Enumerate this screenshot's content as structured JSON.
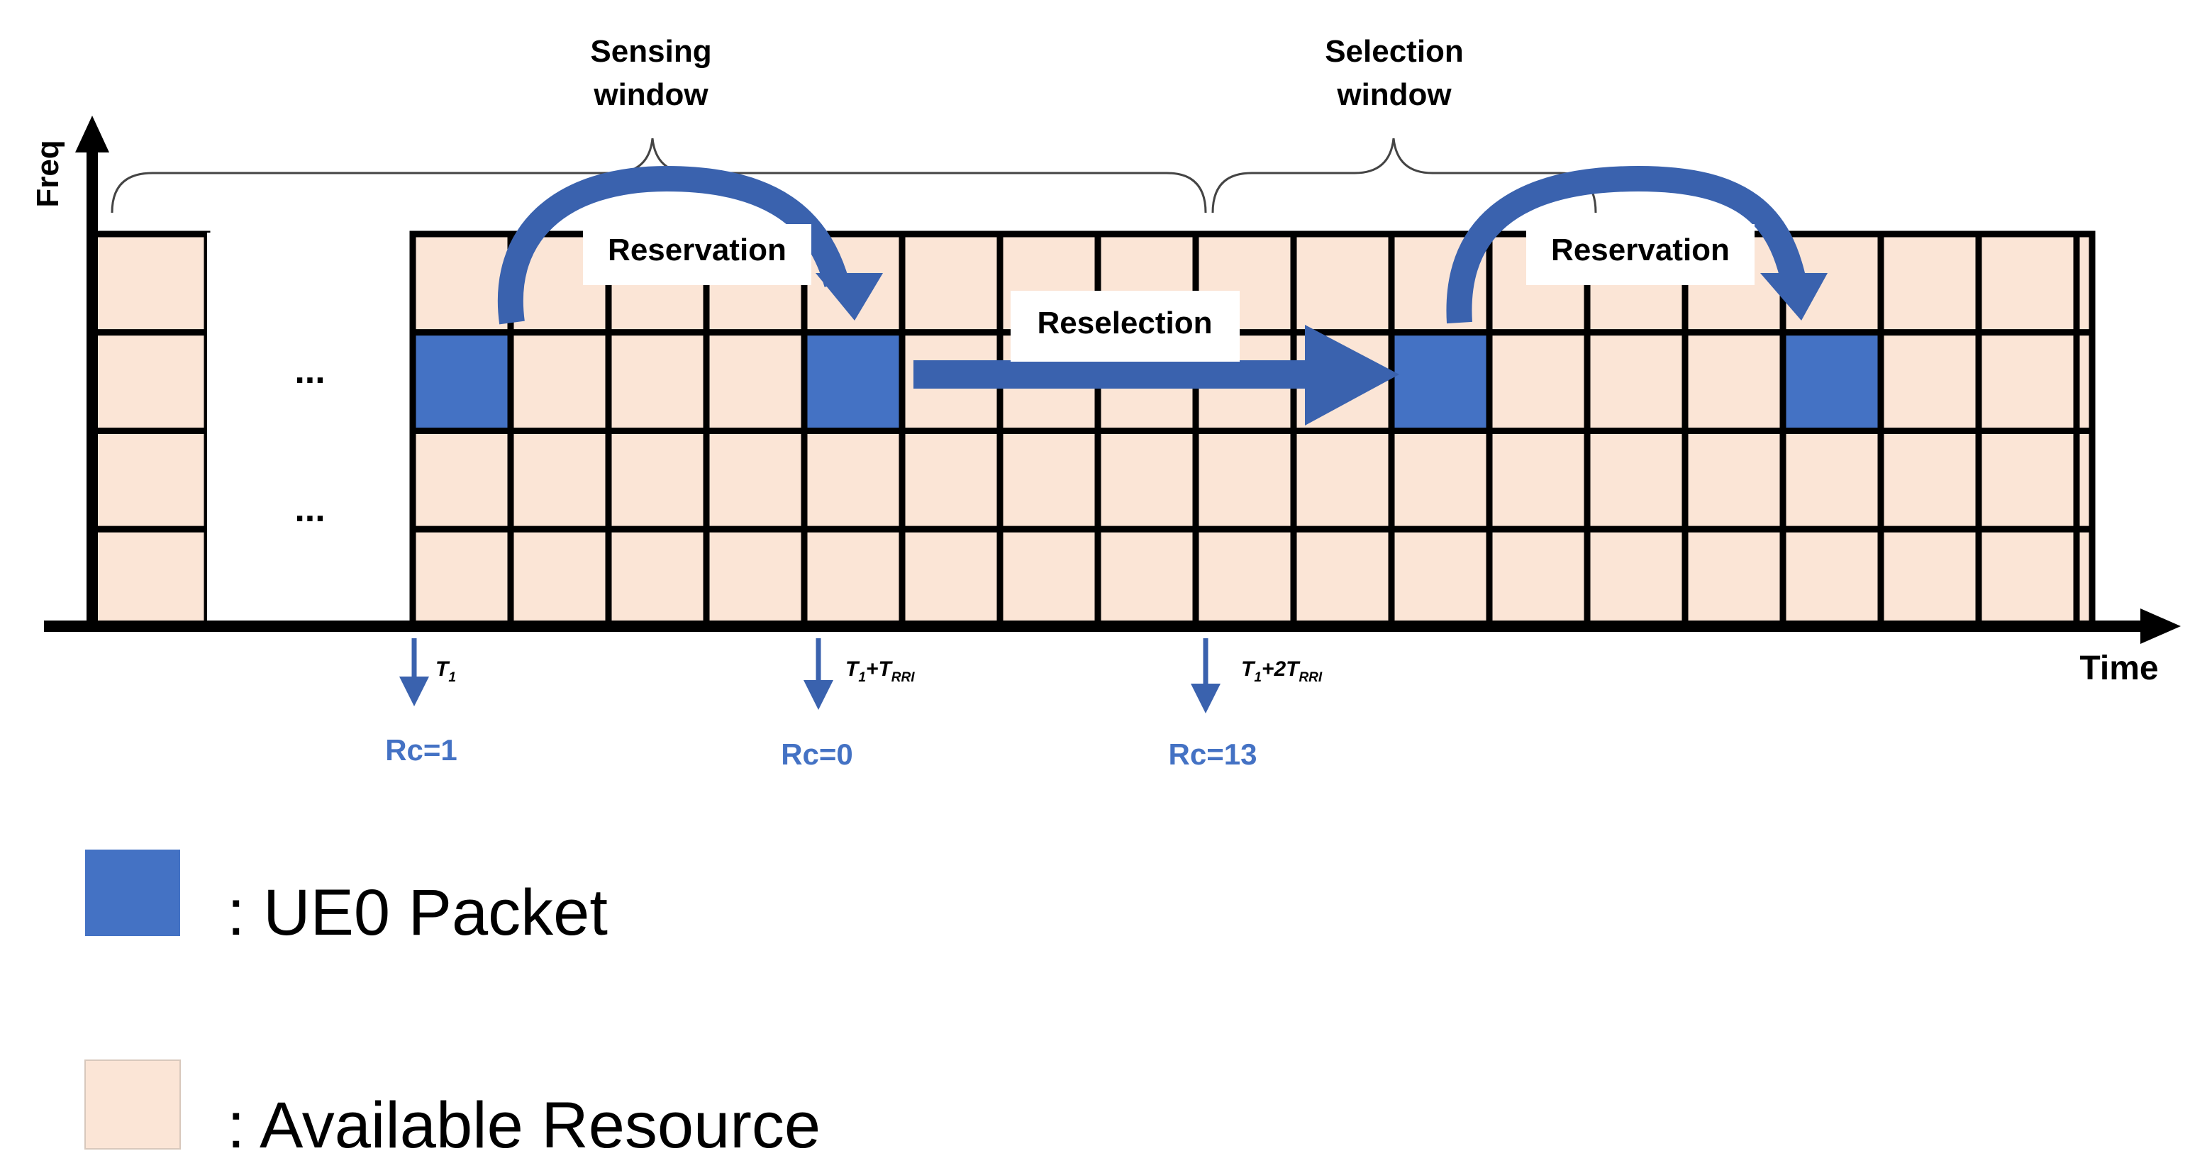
{
  "colors": {
    "ue0_packet": "#4472C4",
    "available_resource": "#FBE5D6",
    "grid_line": "#000000",
    "arrow": "#3A62AE",
    "rc_text": "#4472C4"
  },
  "axes": {
    "y_label": "Freq",
    "x_label": "Time"
  },
  "windows": {
    "sensing": {
      "line1": "Sensing",
      "line2": "window"
    },
    "selection": {
      "line1": "Selection",
      "line2": "window"
    }
  },
  "gap": {
    "ellipsis_top": "...",
    "ellipsis_bottom": "..."
  },
  "arrows": {
    "reservation_1": "Reservation",
    "reselection": "Reselection",
    "reservation_2": "Reservation"
  },
  "markers": [
    {
      "id": "t1",
      "base": "T",
      "sub1": "1",
      "plus": "",
      "coef": "",
      "base2": "",
      "sub2": "",
      "rc": "Rc=1"
    },
    {
      "id": "t1-trri",
      "base": "T",
      "sub1": "1",
      "plus": "+",
      "coef": "",
      "base2": "T",
      "sub2": "RRI",
      "rc": "Rc=0"
    },
    {
      "id": "t1-2trri",
      "base": "T",
      "sub1": "1",
      "plus": "+",
      "coef": "2",
      "base2": "T",
      "sub2": "RRI",
      "rc": "Rc=13"
    }
  ],
  "legend": [
    {
      "key": "ue0",
      "text": ": UE0 Packet",
      "color": "#4472C4"
    },
    {
      "key": "available",
      "text": ": Available Resource",
      "color": "#FBE5D6"
    }
  ]
}
